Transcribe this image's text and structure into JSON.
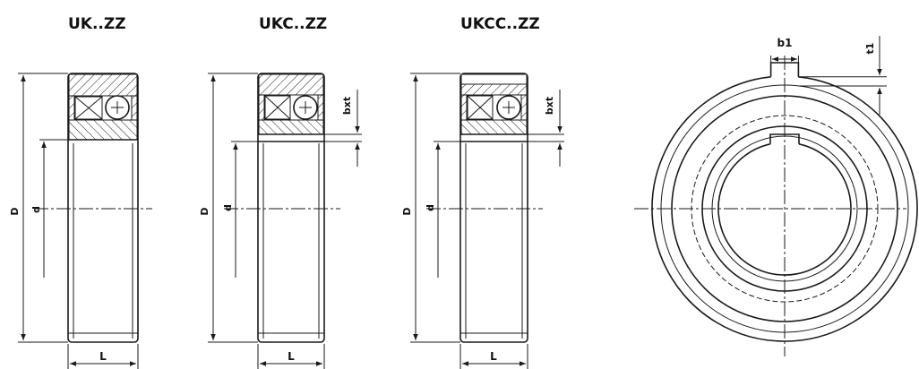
{
  "views": [
    {
      "title": "UK..ZZ",
      "labels": {
        "outer_diameter": "D",
        "bore": "d",
        "width": "L"
      }
    },
    {
      "title": "UKC..ZZ",
      "labels": {
        "outer_diameter": "D",
        "bore": "d",
        "width": "L",
        "keyway_offset": "bxt"
      }
    },
    {
      "title": "UKCC..ZZ",
      "labels": {
        "outer_diameter": "D",
        "bore": "d",
        "width": "L",
        "keyway_offset": "bxt"
      }
    }
  ],
  "end_view": {
    "labels": {
      "keyway_width": "b1",
      "keyway_depth": "t1"
    }
  }
}
